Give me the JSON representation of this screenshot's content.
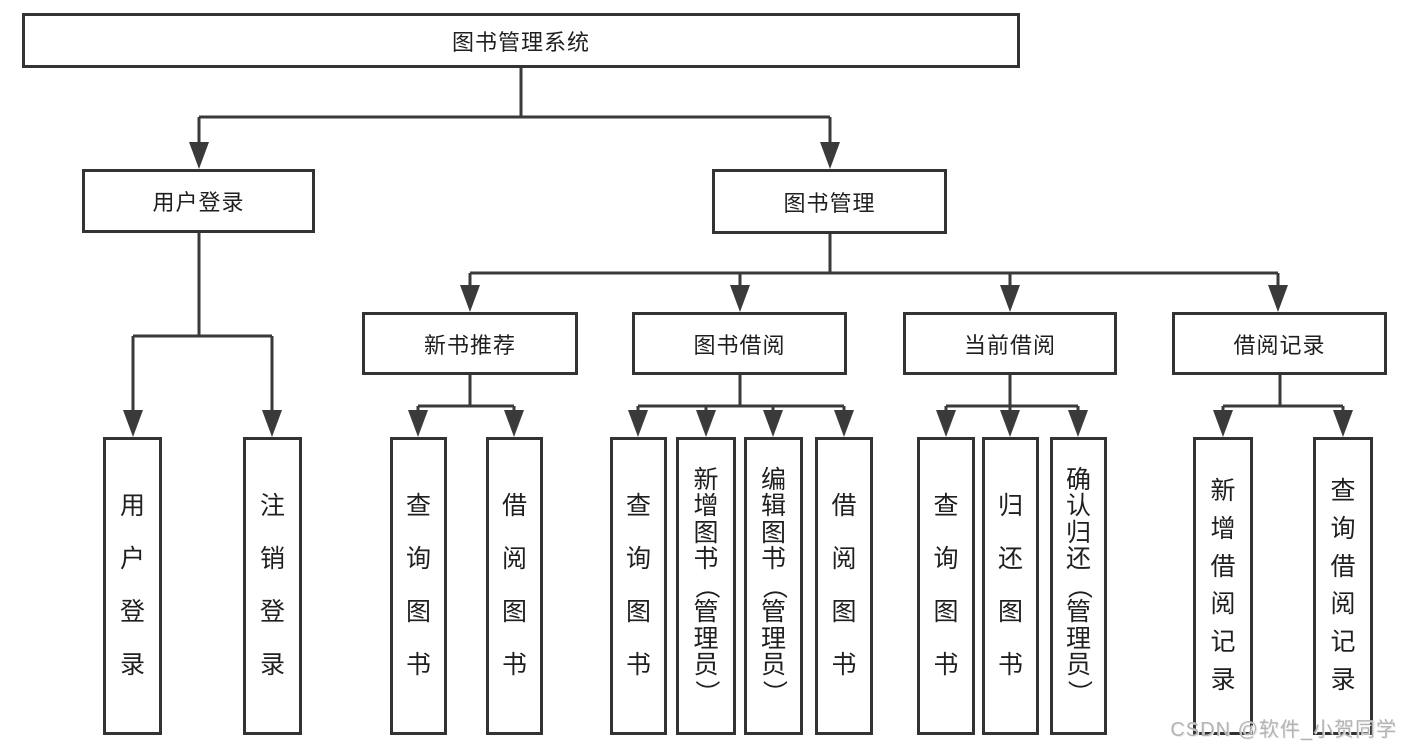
{
  "diagram": {
    "root": "图书管理系统",
    "branches": {
      "user_login": {
        "label": "用户登录",
        "children": [
          "用户登录",
          "注销登录"
        ]
      },
      "book_management": {
        "label": "图书管理",
        "groups": {
          "new_book_recommend": {
            "label": "新书推荐",
            "children": [
              "查询图书",
              "借阅图书"
            ]
          },
          "book_borrow": {
            "label": "图书借阅",
            "children": [
              "查询图书",
              "新增图书（管理员）",
              "编辑图书（管理员）",
              "借阅图书"
            ]
          },
          "current_borrow": {
            "label": "当前借阅",
            "children": [
              "查询图书",
              "归还图书",
              "确认归还（管理员）"
            ]
          },
          "borrow_records": {
            "label": "借阅记录",
            "children": [
              "新增借阅记录",
              "查询借阅记录"
            ]
          }
        }
      }
    }
  },
  "watermark": "CSDN @软件_小贺同学",
  "colors": {
    "line": "#3a3a3a",
    "box_border": "#333333",
    "text": "#1f1f1f",
    "watermark": "#b3b3b3"
  }
}
